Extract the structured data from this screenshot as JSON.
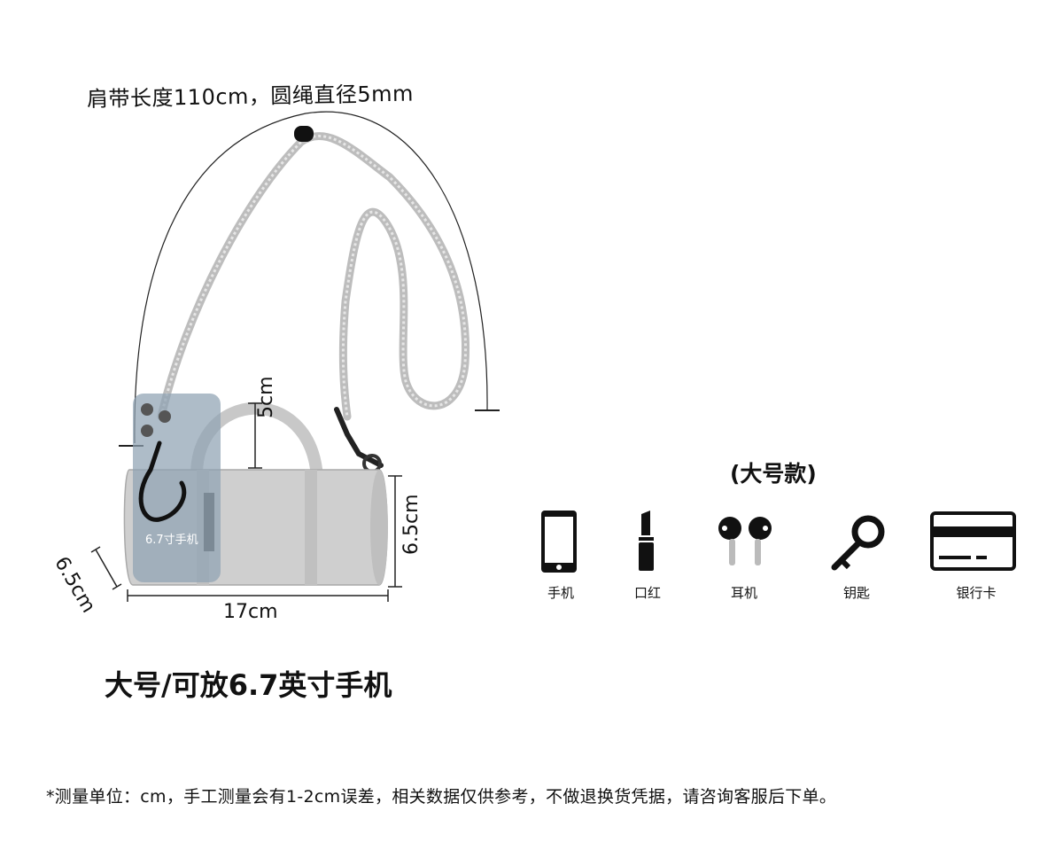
{
  "strap_label": "肩带长度110cm，圆绳直径5mm",
  "dimensions": {
    "handle_height": "5cm",
    "body_height": "6.5cm",
    "depth": "6.5cm",
    "width": "17cm"
  },
  "phone_label": "6.7寸手机",
  "size_title": "大号/可放6.7英寸手机",
  "variant_title": "(大号款)",
  "items": [
    {
      "icon": "phone-icon",
      "label": "手机"
    },
    {
      "icon": "lipstick-icon",
      "label": "口红"
    },
    {
      "icon": "earbuds-icon",
      "label": "耳机"
    },
    {
      "icon": "key-icon",
      "label": "钥匙"
    },
    {
      "icon": "card-icon",
      "label": "银行卡"
    }
  ],
  "footnote": "*测量单位：cm，手工测量会有1-2cm误差，相关数据仅供参考，不做退换货凭据，请咨询客服后下单。",
  "colors": {
    "bag": "#cfcfcf",
    "strap": "#bdbdbd",
    "phone_overlay": "#8fa2b3",
    "ink": "#111111"
  }
}
